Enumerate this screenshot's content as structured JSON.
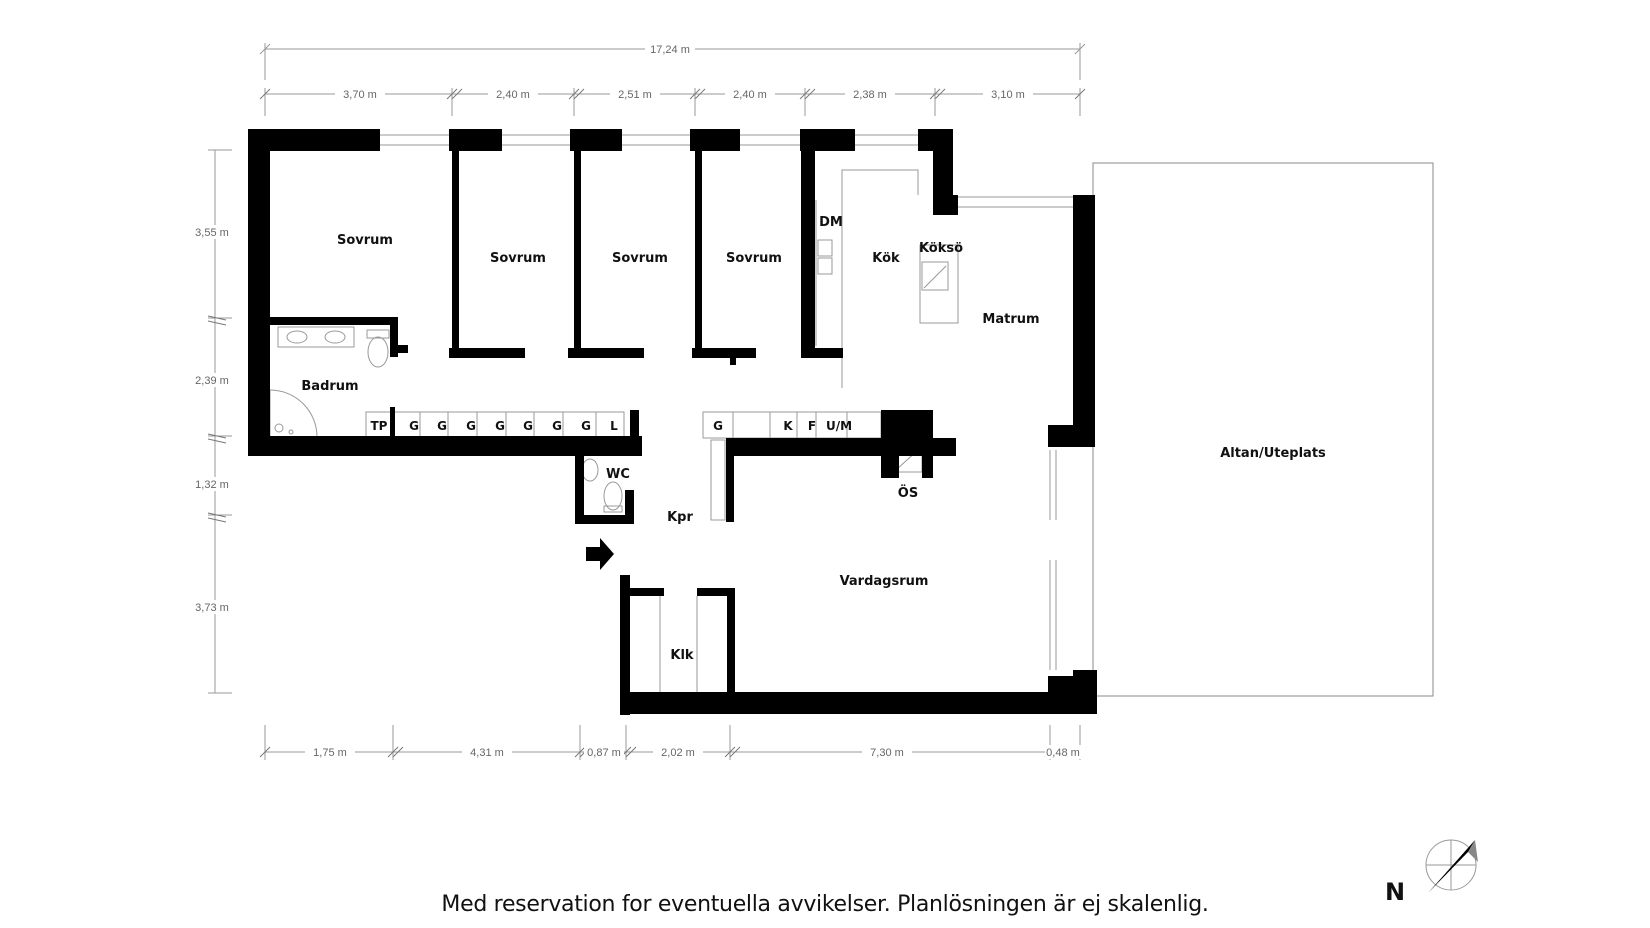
{
  "rooms": {
    "sovrum1": "Sovrum",
    "sovrum2": "Sovrum",
    "sovrum3": "Sovrum",
    "sovrum4": "Sovrum",
    "dm": "DM",
    "kok": "Kök",
    "koksö": "Köksö",
    "matrum": "Matrum",
    "badrum": "Badrum",
    "wc": "WC",
    "kpr": "Kpr",
    "os": "ÖS",
    "vardagsrum": "Vardagsrum",
    "klk": "Klk",
    "altan": "Altan/Uteplats"
  },
  "closets_left": [
    "TP",
    "G",
    "G",
    "G",
    "G",
    "G",
    "G",
    "G",
    "L"
  ],
  "closets_right": [
    "G",
    "K",
    "F",
    "U/M"
  ],
  "dimensions": {
    "total_top": "17,24 m",
    "top": [
      "3,70 m",
      "2,40 m",
      "2,51 m",
      "2,40 m",
      "2,38 m",
      "3,10 m"
    ],
    "left": [
      "3,55 m",
      "2,39 m",
      "1,32 m",
      "3,73 m"
    ],
    "bottom": [
      "1,75 m",
      "4,31 m",
      "0,87 m",
      "2,02 m",
      "7,30 m",
      "0,48 m"
    ]
  },
  "disclaimer": "Med reservation for eventuella avvikelser. Planlösningen är ej skalenlig.",
  "compass": {
    "label": "N",
    "icon": "compass-icon"
  },
  "colors": {
    "wall": "#000000",
    "line": "#888888"
  }
}
